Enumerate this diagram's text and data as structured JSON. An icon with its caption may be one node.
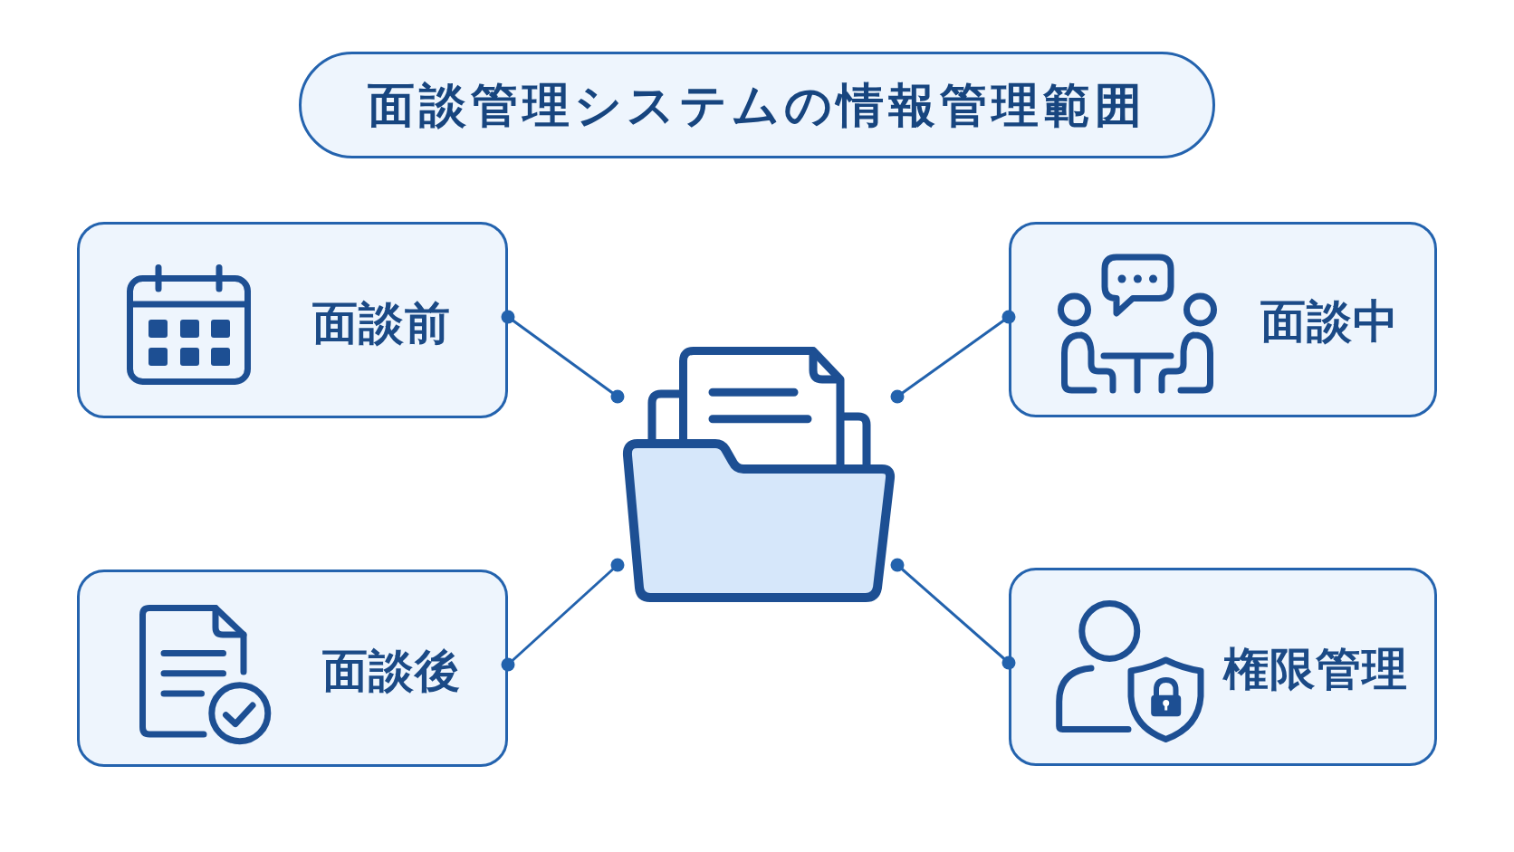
{
  "diagram": {
    "title": "面談管理システムの情報管理範囲",
    "nodes": [
      {
        "text": [
          "面談前"
        ]
      },
      {
        "text": [
          "面談中"
        ]
      },
      {
        "text": [],
        "shape": "folder"
      },
      {
        "text": [
          "面談後"
        ]
      },
      {
        "text": [
          "権限管理"
        ]
      }
    ],
    "edges": [
      {
        "from": 0,
        "to": 2,
        "arrow": "other"
      },
      {
        "from": 1,
        "to": 2,
        "arrow": "other"
      },
      {
        "from": 3,
        "to": 2,
        "arrow": "other"
      },
      {
        "from": 4,
        "to": 2,
        "arrow": "other"
      }
    ]
  }
}
